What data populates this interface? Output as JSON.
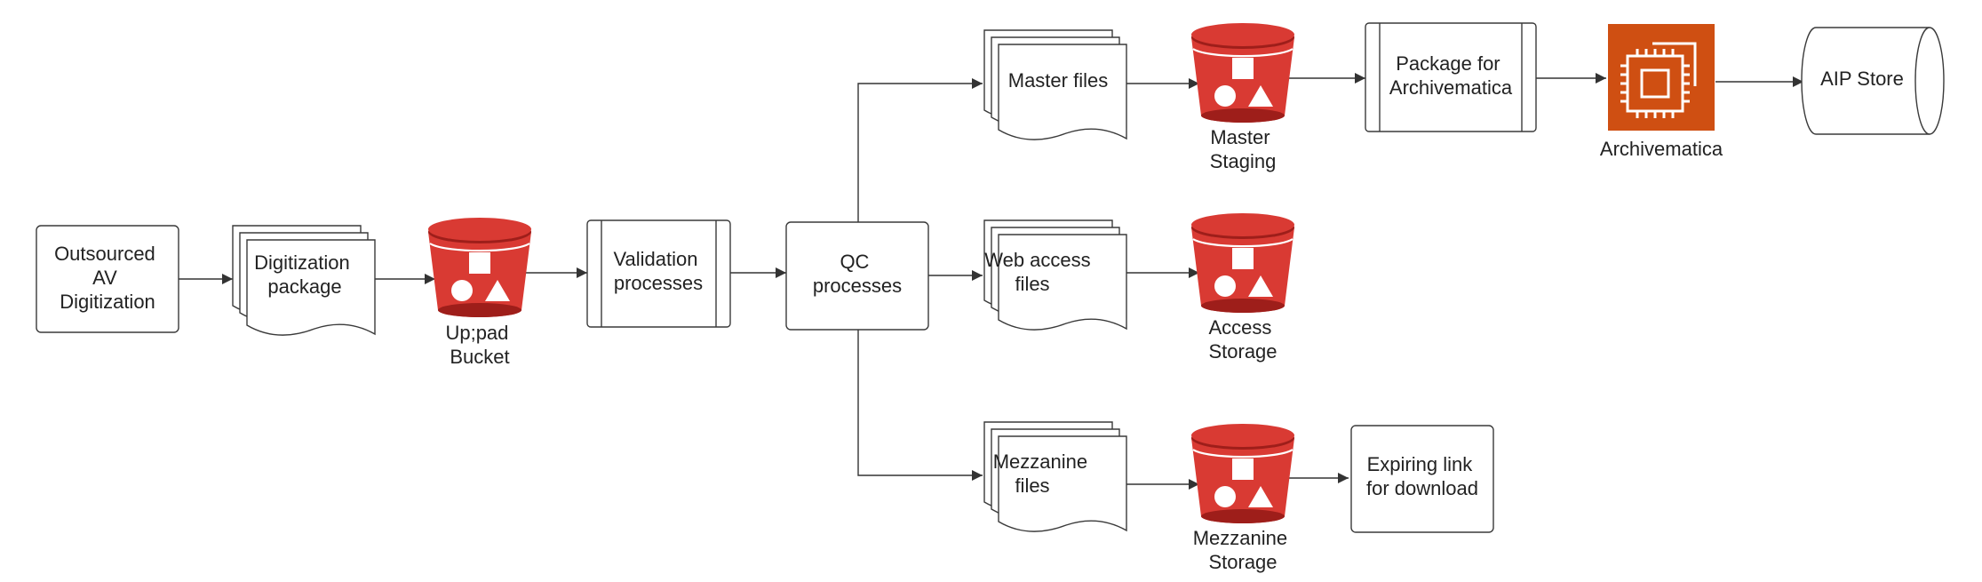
{
  "colors": {
    "bucket_red": "#D93A33",
    "bucket_dark": "#9E1E1A",
    "archivematica_orange": "#CF4F12",
    "stroke": "#3a3a3a",
    "text": "#222222"
  },
  "nodes": {
    "outsourced": {
      "lines": [
        "Outsourced",
        "AV",
        "Digitization"
      ]
    },
    "digitization_package": {
      "lines": [
        "Digitization",
        "package"
      ]
    },
    "upload_bucket": {
      "icon": "storage-bucket-icon",
      "lines": [
        "Up;pad",
        "Bucket"
      ]
    },
    "validation": {
      "lines": [
        "Validation",
        "processes"
      ]
    },
    "qc": {
      "lines": [
        "QC",
        "processes"
      ]
    },
    "master_files": {
      "lines": [
        "Master files"
      ]
    },
    "master_staging": {
      "icon": "storage-bucket-icon",
      "lines": [
        "Master",
        "Staging"
      ]
    },
    "package_archivematica": {
      "lines": [
        "Package for",
        "Archivematica"
      ]
    },
    "archivematica": {
      "icon": "compute-chip-icon",
      "lines": [
        "Archivematica"
      ]
    },
    "aip_store": {
      "lines": [
        "AIP Store"
      ]
    },
    "web_access_files": {
      "lines": [
        "Web access",
        "files"
      ]
    },
    "access_storage": {
      "icon": "storage-bucket-icon",
      "lines": [
        "Access",
        "Storage"
      ]
    },
    "mezzanine_files": {
      "lines": [
        "Mezzanine",
        "files"
      ]
    },
    "mezzanine_storage": {
      "icon": "storage-bucket-icon",
      "lines": [
        "Mezzanine",
        "Storage"
      ]
    },
    "expiring_link": {
      "lines": [
        "Expiring link",
        "for download"
      ]
    }
  }
}
